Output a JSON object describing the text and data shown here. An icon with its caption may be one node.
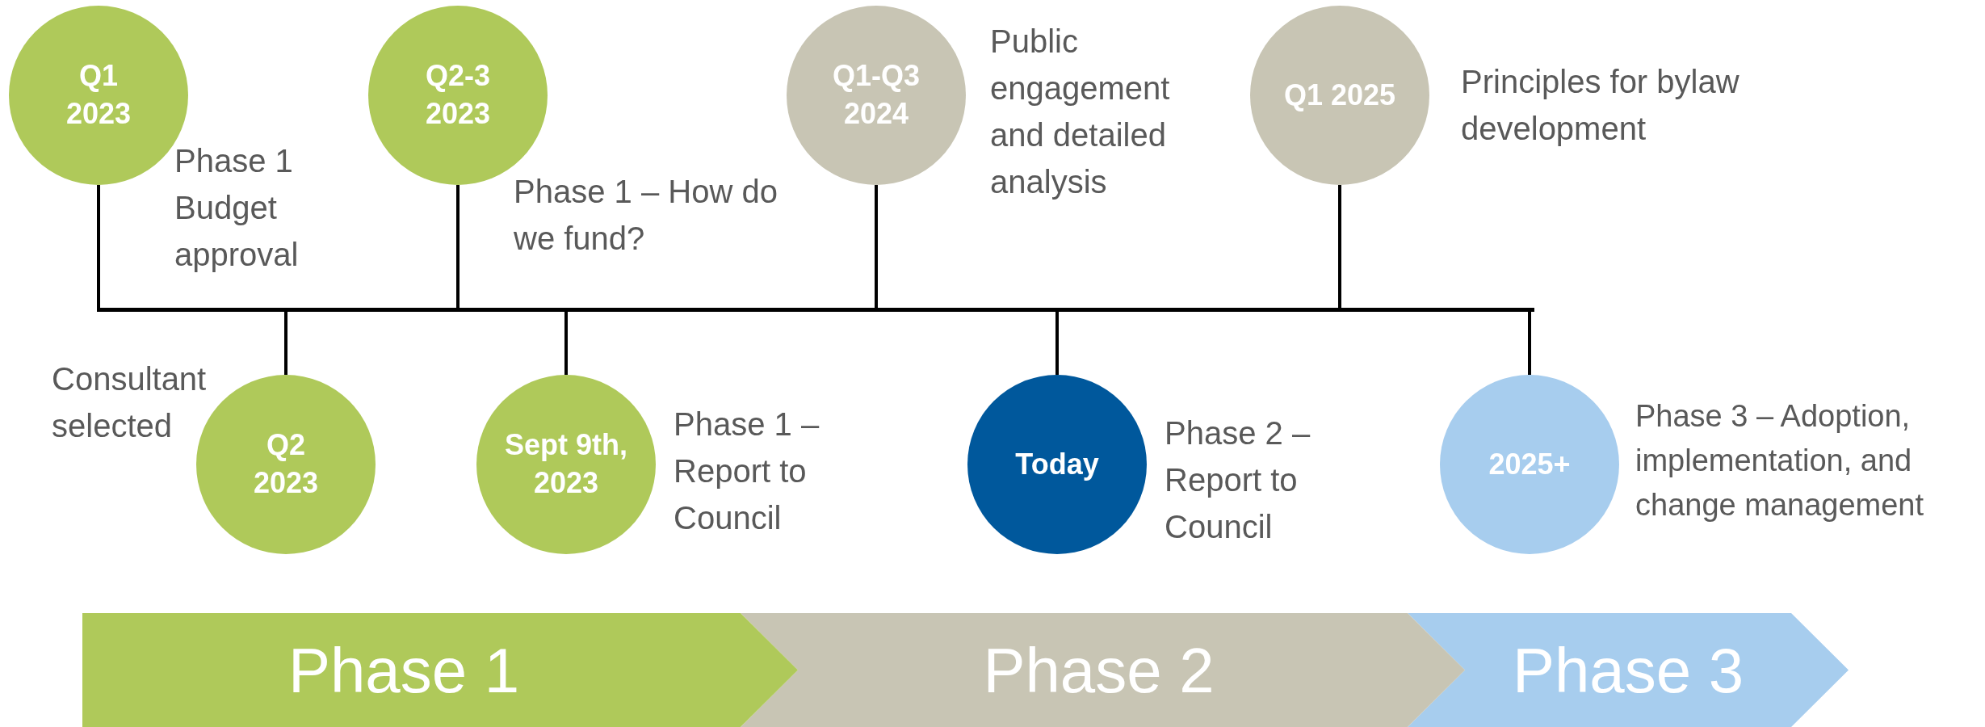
{
  "diagram": {
    "nodes": [
      {
        "text": [],
        "shape": "bar"
      },
      {
        "text": [
          "Q1 2023"
        ],
        "beside": [
          "Phase 1 Budget approval"
        ]
      },
      {
        "text": [
          "Q2 2023"
        ],
        "beside": [
          "Consultant selected"
        ]
      },
      {
        "text": [
          "Q2-3 2023"
        ],
        "beside": [
          "Phase 1 – How do we fund?"
        ]
      },
      {
        "text": [
          "Sept 9th, 2023"
        ],
        "beside": [
          "Phase 1 – Report to Council"
        ]
      },
      {
        "text": [
          "Q1-Q3 2024"
        ],
        "beside": [
          "Public engagement and detailed analysis"
        ]
      },
      {
        "text": [
          "Today"
        ],
        "beside": [
          "Phase 2 – Report to Council"
        ]
      },
      {
        "text": [
          "Q1 2025"
        ],
        "beside": [
          "Principles for bylaw development"
        ]
      },
      {
        "text": [
          "2025+"
        ],
        "beside": [
          "Phase 3 – Adoption, implementation, and change management"
        ]
      },
      {
        "text": [
          "Phase 1"
        ]
      },
      {
        "text": [
          "Phase 2"
        ]
      },
      {
        "text": [
          "Phase 3"
        ]
      }
    ],
    "edges": [
      {
        "from": 1,
        "to": 0,
        "arrow": "none"
      },
      {
        "from": 2,
        "to": 0,
        "arrow": "none"
      },
      {
        "from": 3,
        "to": 0,
        "arrow": "none"
      },
      {
        "from": 4,
        "to": 0,
        "arrow": "none"
      },
      {
        "from": 5,
        "to": 0,
        "arrow": "none"
      },
      {
        "from": 6,
        "to": 0,
        "arrow": "none"
      },
      {
        "from": 7,
        "to": 0,
        "arrow": "none"
      },
      {
        "from": 8,
        "to": 0,
        "arrow": "none"
      }
    ]
  }
}
